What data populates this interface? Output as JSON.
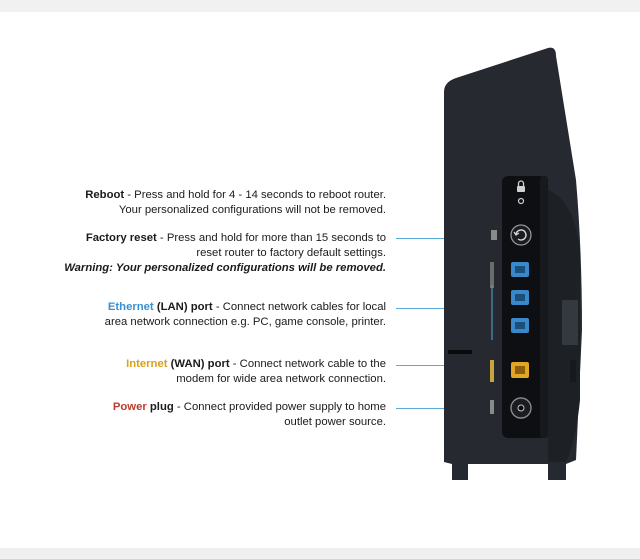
{
  "labels": {
    "reboot": {
      "title": "Reboot",
      "line1": " -  Press and hold for 4 - 14 seconds to reboot router.",
      "line2": "Your personalized configurations will not be removed."
    },
    "factory_reset": {
      "title": "Factory reset",
      "line1": " - Press and hold for more than 15 seconds to",
      "line2": "reset router to factory default settings.",
      "warning": "Warning: Your personalized configurations will be removed."
    },
    "ethernet": {
      "title_colored": "Ethernet",
      "title_rest": " (LAN) port",
      "line1": " - Connect network cables for local",
      "line2": "area network connection e.g. PC, game console, printer."
    },
    "internet": {
      "title_colored": "Internet",
      "title_rest": " (WAN) port",
      "line1": " - Connect network cable to the",
      "line2": "modem for wide area network connection."
    },
    "power": {
      "title_colored": "Power",
      "title_rest": " plug",
      "line1": " - Connect provided power supply to home",
      "line2": "outlet power source."
    }
  },
  "colors": {
    "ethernet": "#3a8fd0",
    "internet": "#d9a21b",
    "power": "#c0392b",
    "leader": "#5aa9d6",
    "router_body": "#262a30",
    "router_panel": "#0d0f12",
    "port_blue": "#3a87c9",
    "port_yellow": "#e3a524"
  },
  "icons": {
    "reboot_button": "power-cycle-icon",
    "lock": "lock-icon"
  }
}
